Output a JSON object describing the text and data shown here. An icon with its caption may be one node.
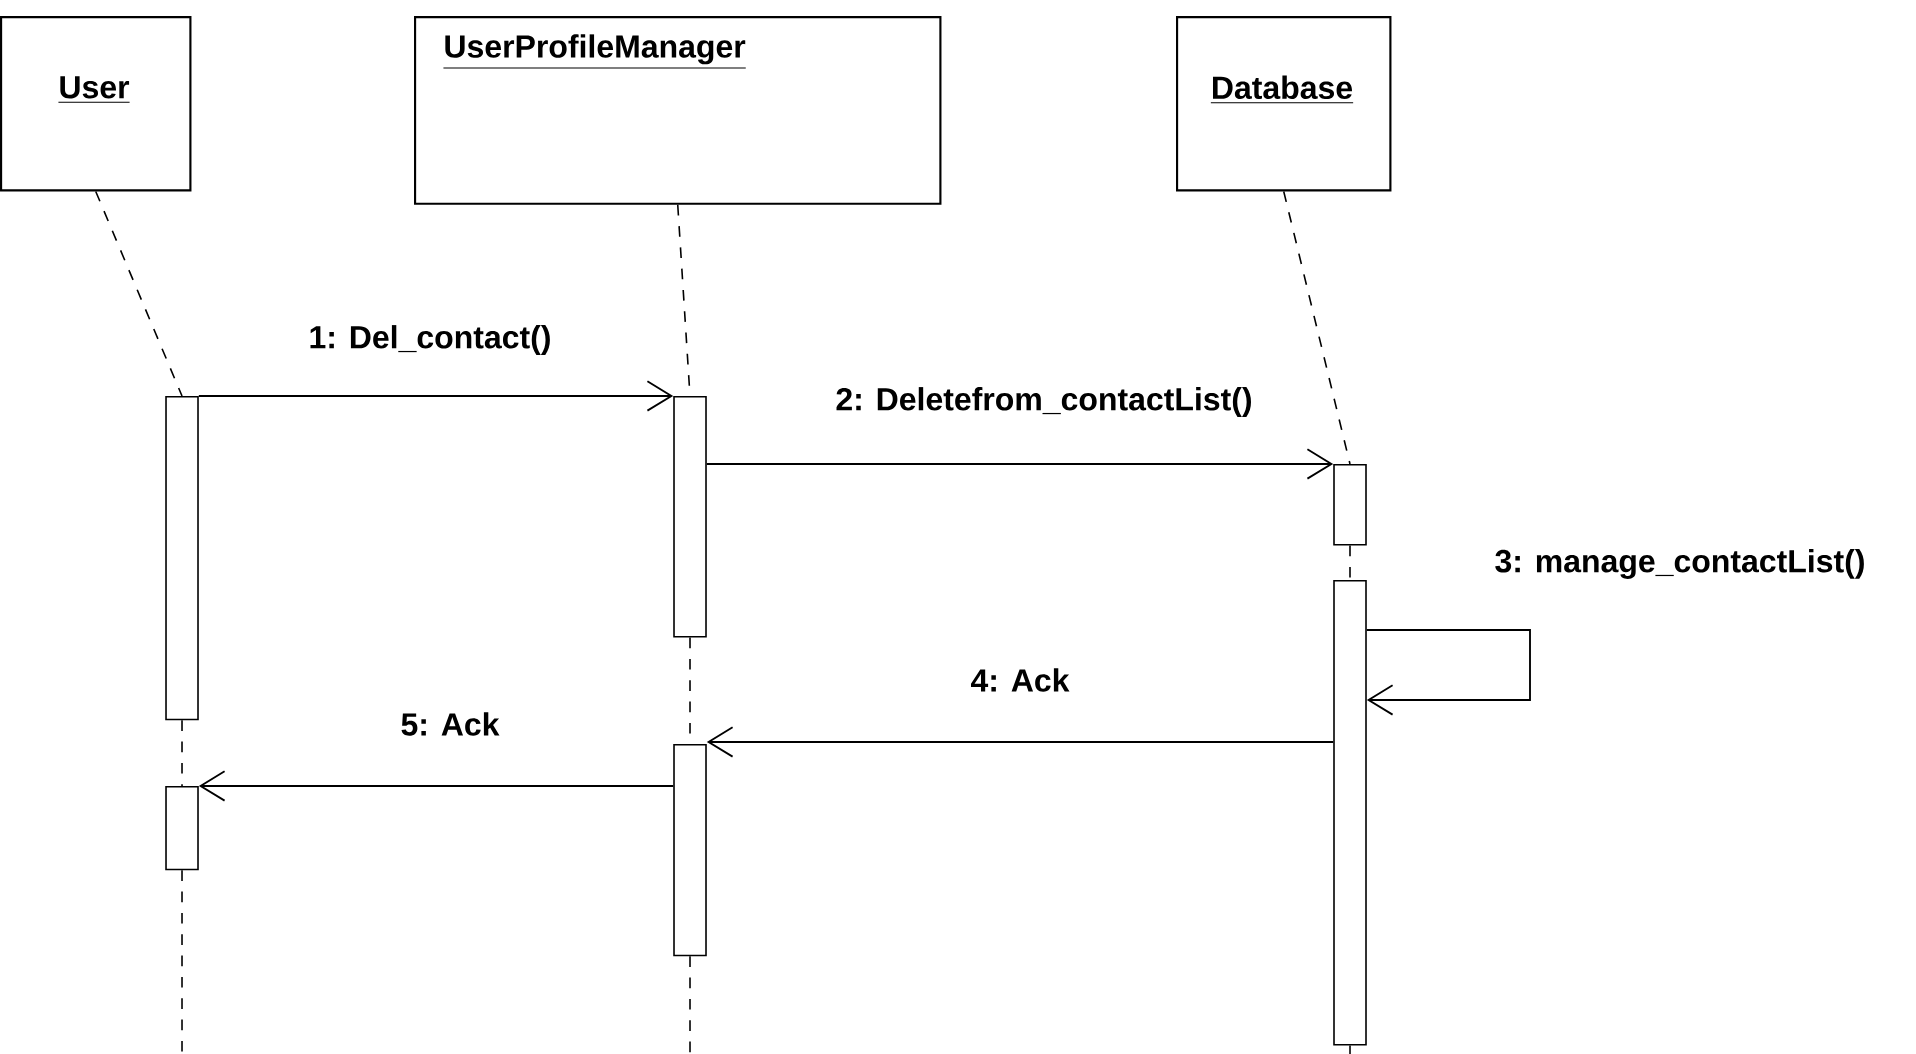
{
  "diagram": {
    "nodes": [
      {
        "text": [
          "User"
        ]
      },
      {
        "text": [
          "UserProfileManager"
        ]
      },
      {
        "text": [
          "Database"
        ]
      },
      {
        "text": [],
        "shape": "bar"
      },
      {
        "text": [],
        "shape": "bar"
      },
      {
        "text": [],
        "shape": "bar"
      },
      {
        "text": [],
        "shape": "bar"
      },
      {
        "text": [],
        "shape": "bar"
      },
      {
        "text": [],
        "shape": "bar"
      }
    ],
    "edges": [
      {
        "from": 3,
        "to": 5,
        "arrow": "to",
        "label": "1: Del_contact()"
      },
      {
        "from": 5,
        "to": 7,
        "arrow": "to",
        "label": "2: Deletefrom_contactList()"
      },
      {
        "from": 8,
        "to": 8,
        "arrow": "to",
        "label": "3: manage_contactList()"
      },
      {
        "from": 8,
        "to": 6,
        "arrow": "to",
        "label": "4: Ack"
      },
      {
        "from": 6,
        "to": 4,
        "arrow": "to",
        "label": "5: Ack"
      },
      {
        "from": 0,
        "to": 3,
        "arrow": "none",
        "style": "dashed"
      },
      {
        "from": 3,
        "to": 4,
        "arrow": "none",
        "style": "dashed"
      },
      {
        "from": 4,
        "to": null,
        "arrow": "none",
        "style": "dashed"
      },
      {
        "from": 1,
        "to": 5,
        "arrow": "none",
        "style": "dashed"
      },
      {
        "from": 5,
        "to": 6,
        "arrow": "none",
        "style": "dashed"
      },
      {
        "from": 6,
        "to": null,
        "arrow": "none",
        "style": "dashed"
      },
      {
        "from": 2,
        "to": 7,
        "arrow": "none",
        "style": "dashed"
      },
      {
        "from": 7,
        "to": 8,
        "arrow": "none",
        "style": "dashed"
      },
      {
        "from": 8,
        "to": null,
        "arrow": "none",
        "style": "dashed"
      }
    ]
  }
}
